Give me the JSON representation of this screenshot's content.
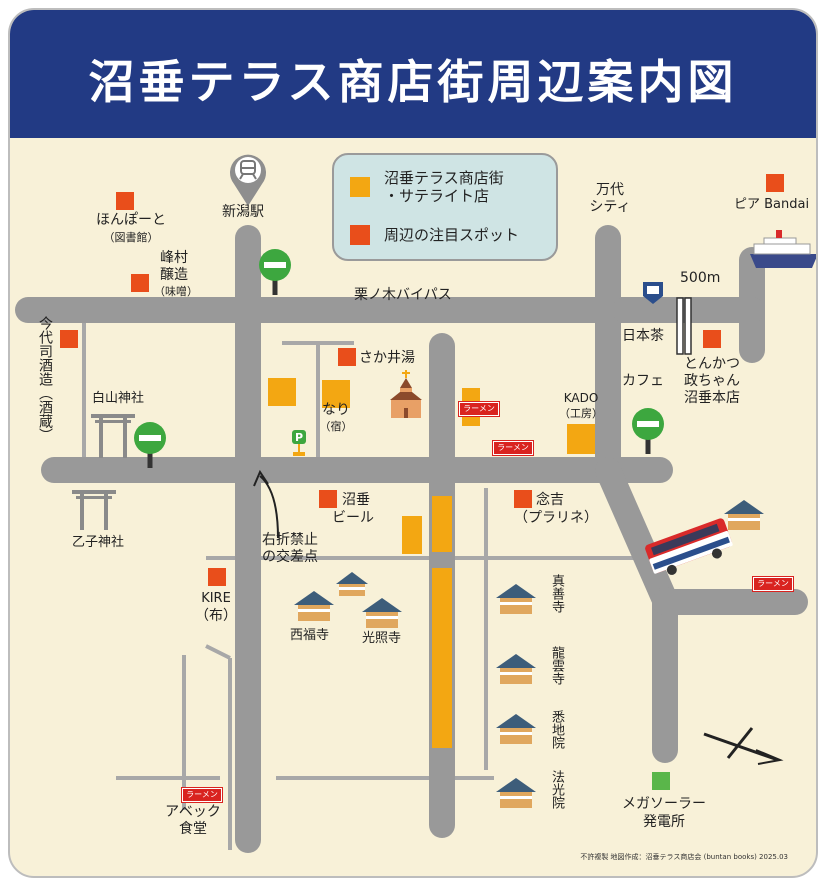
{
  "title": "沼垂テラス商店街周辺案内図",
  "legend": {
    "shop_label": "沼垂テラス商店街\n・サテライト店",
    "spot_label": "周辺の注目スポット",
    "shop_color": "#f3a712",
    "spot_color": "#e94e1b"
  },
  "colors": {
    "header_bg": "#223a84",
    "map_bg": "#f8f1d8",
    "road": "#999999",
    "bus_stop": "#3da73f",
    "solar": "#5ab64a"
  },
  "roads": {
    "bypass": "栗ノ木バイパス",
    "imayoshi": "今代司酒造（酒蔵）"
  },
  "places": {
    "station": "新潟駅",
    "library": "ほんぽーと",
    "library_sub": "（図書館）",
    "minemura_1": "峰村",
    "minemura_2": "醸造",
    "minemura_sub": "（味噌）",
    "mandai_1": "万代",
    "mandai_2": "シティ",
    "pier": "ピア Bandai",
    "distance": "500m",
    "nihoncha": "日本茶",
    "cafe": "カフェ",
    "tonkatsu_1": "とんかつ",
    "tonkatsu_2": "政ちゃん",
    "tonkatsu_3": "沼垂本店",
    "sakaiyu": "さか井湯",
    "nari": "なり",
    "nari_sub": "（宿）",
    "kado": "KADO",
    "kado_sub": "（工房）",
    "hakusan": "白山神社",
    "otoko": "乙子神社",
    "beer_1": "沼垂",
    "beer_2": "ビール",
    "nenkichi_1": "念吉",
    "nenkichi_2": "（プラリネ）",
    "noturn_1": "右折禁止",
    "noturn_2": "の交差点",
    "kire_1": "KIRE",
    "kire_2": "（布）",
    "saifukuji": "西福寺",
    "koshoji": "光照寺",
    "shinzenji": "真善寺",
    "ryuunji": "龍雲寺",
    "shitsujiin": "悉地院",
    "hokoin": "法光院",
    "abekku_1": "アベック",
    "abekku_2": "食堂",
    "solar_1": "メガソーラー",
    "solar_2": "発電所"
  },
  "ramen_sign": "ラーメン",
  "footer": "不許複製 地図作成：沼垂テラス商店会 (buntan books) 2025.03"
}
